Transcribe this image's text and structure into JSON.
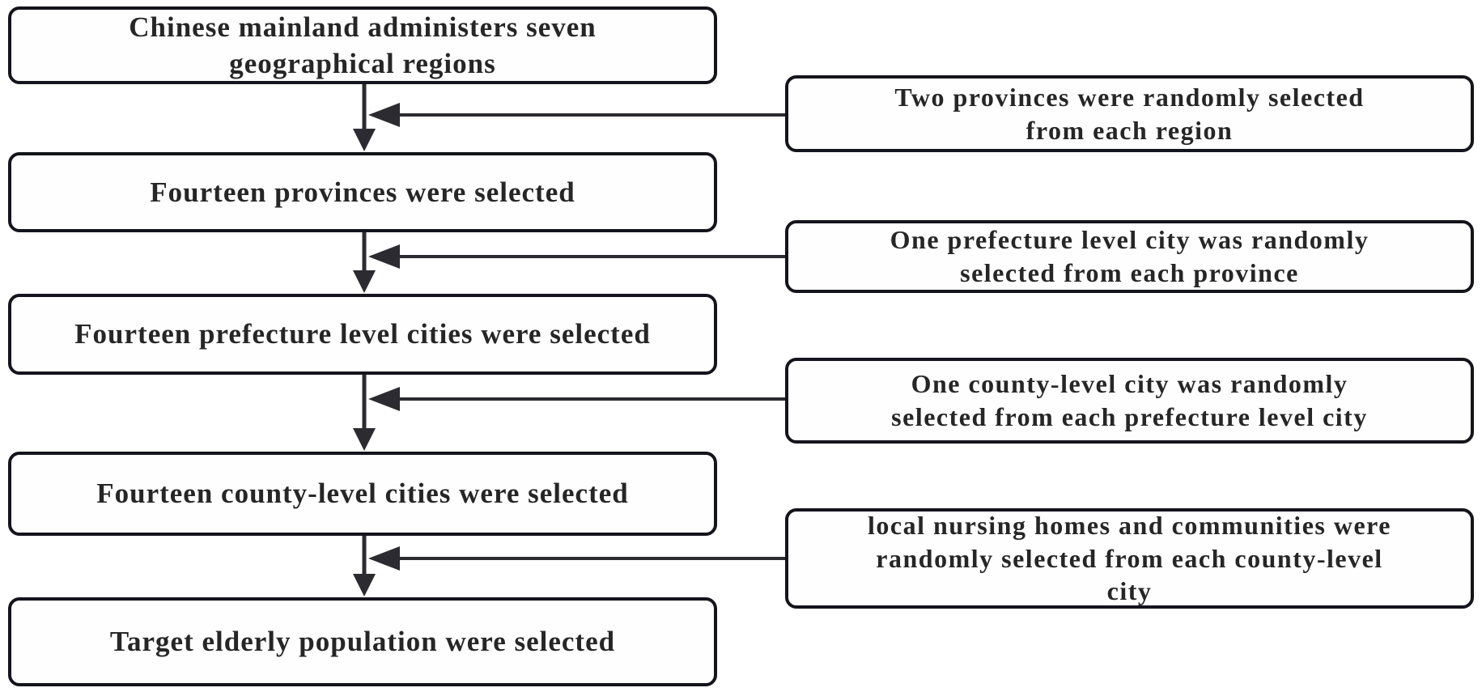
{
  "flowchart": {
    "steps": [
      {
        "text": "Chinese mainland administers seven\ngeographical regions"
      },
      {
        "text": "Fourteen provinces were selected"
      },
      {
        "text": "Fourteen prefecture level cities were selected"
      },
      {
        "text": "Fourteen county-level cities were selected"
      },
      {
        "text": "Target elderly population were selected"
      }
    ],
    "annotations": [
      {
        "text": "Two provinces were randomly selected\nfrom each region"
      },
      {
        "text": "One prefecture level city was randomly\nselected from each province"
      },
      {
        "text": "One county-level city was randomly\nselected from each prefecture level city"
      },
      {
        "text": "local nursing homes and communities were\nrandomly selected from each county-level\ncity"
      }
    ],
    "colors": {
      "background": "#ffffff",
      "box_fill": "#fefefe",
      "border": "#14141c",
      "text": "#262626",
      "arrow": "#2b2b31"
    }
  }
}
